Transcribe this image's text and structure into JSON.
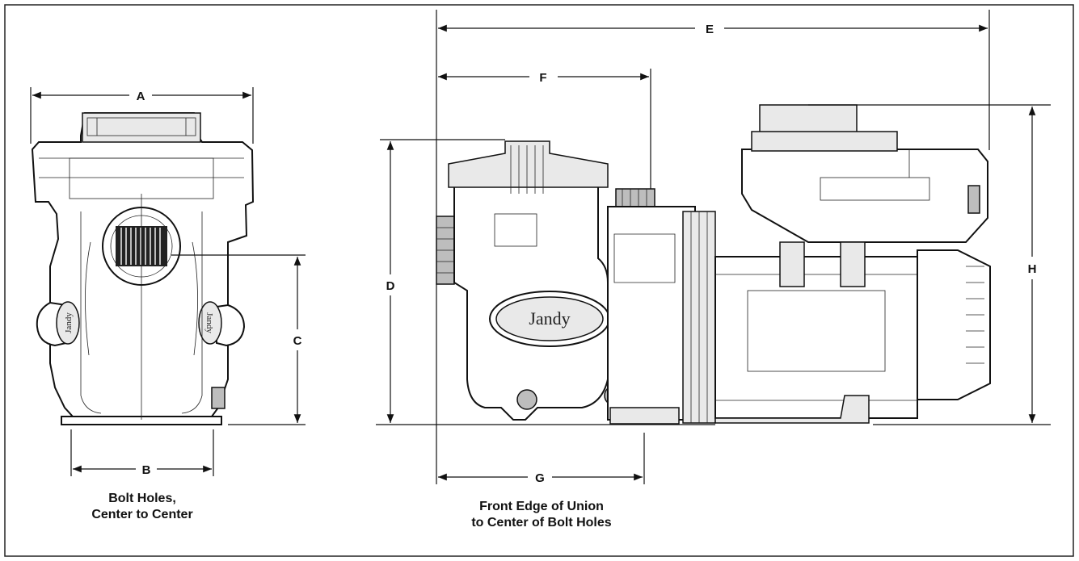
{
  "dimensions": {
    "A": "A",
    "B": "B",
    "C": "C",
    "D": "D",
    "E": "E",
    "F": "F",
    "G": "G",
    "H": "H"
  },
  "captions": {
    "left_line1": "Bolt Holes,",
    "left_line2": "Center to Center",
    "right_line1": "Front Edge of Union",
    "right_line2": "to Center of Bolt Holes"
  },
  "brand": {
    "front_logo": "Jandy",
    "side_logo_left": "Jandy",
    "side_logo_right": "Jandy"
  }
}
